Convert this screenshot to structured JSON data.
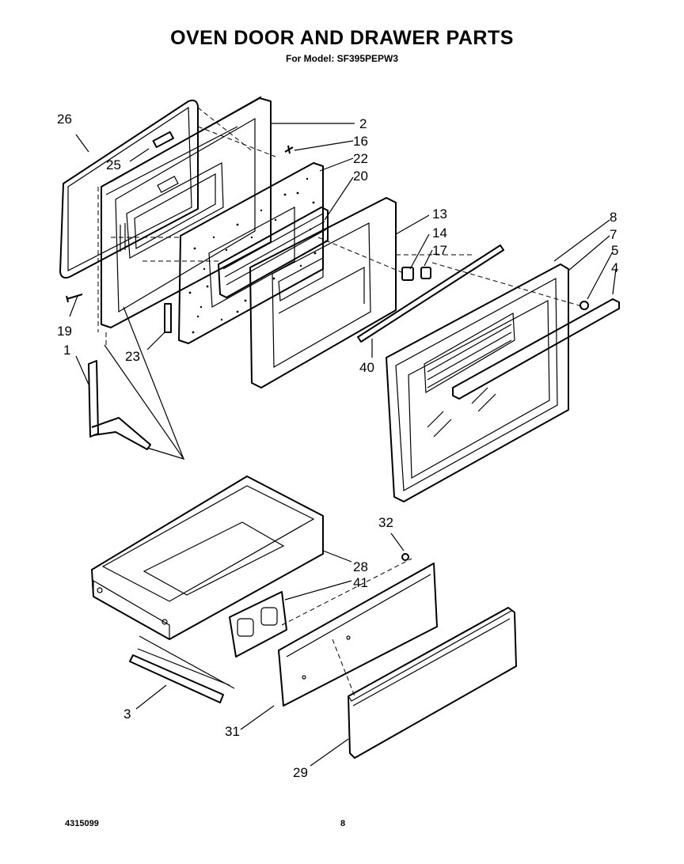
{
  "header": {
    "title": "OVEN DOOR AND DRAWER PARTS",
    "model_line": "For Model: SF395PEPW3"
  },
  "footer": {
    "doc_number": "4315099",
    "page_number": "8"
  },
  "callouts": {
    "c26": "26",
    "c25": "25",
    "c2": "2",
    "c16": "16",
    "c22": "22",
    "c20": "20",
    "c13": "13",
    "c14": "14",
    "c17": "17",
    "c8": "8",
    "c7": "7",
    "c5": "5",
    "c4": "4",
    "c19": "19",
    "c1": "1",
    "c23": "23",
    "c40": "40",
    "c32": "32",
    "c28": "28",
    "c41": "41",
    "c3": "3",
    "c31": "31",
    "c29": "29"
  }
}
